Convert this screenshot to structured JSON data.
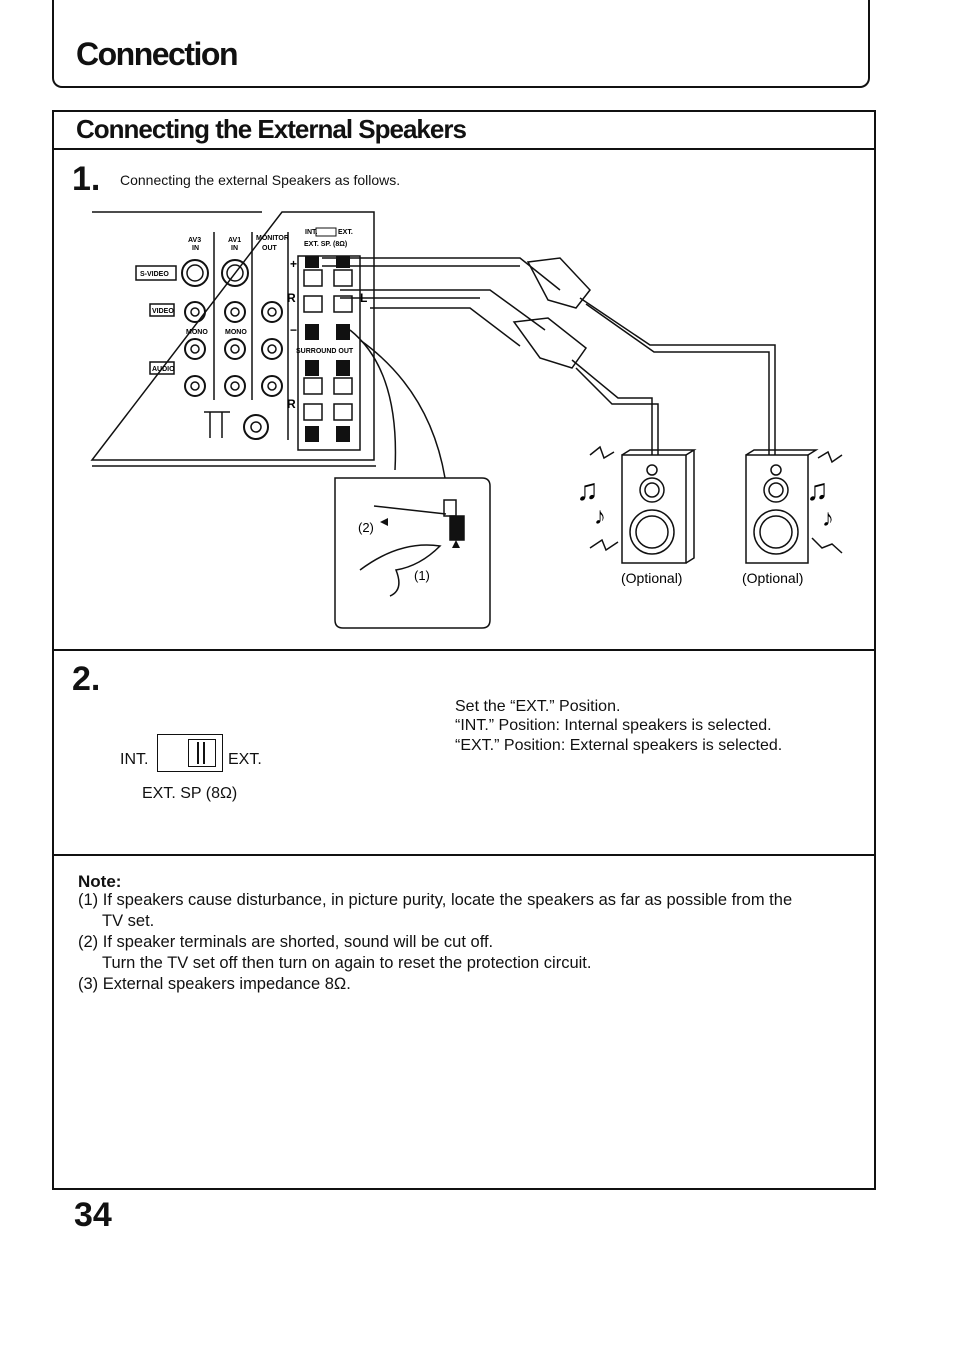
{
  "header": {
    "title": "Connection"
  },
  "section": {
    "title": "Connecting the External Speakers"
  },
  "step1": {
    "number": "1.",
    "text": "Connecting the external Speakers as follows.",
    "panel_labels": {
      "av3": "AV3",
      "av3_in": "IN",
      "av1": "AV1",
      "av1_in": "IN",
      "monitor": "MONITOR",
      "monitor_out": "OUT",
      "int": "INT.",
      "ext": "EXT.",
      "ext_sp": "EXT. SP. (8Ω)",
      "svideo": "S-VIDEO",
      "video": "VIDEO",
      "mono1": "MONO",
      "mono2": "MONO",
      "audio": "AUDIO",
      "surround_out": "SURROUND OUT",
      "r1": "R",
      "l1": "L",
      "r2": "R",
      "plus": "+",
      "minus": "−"
    },
    "inset_labels": {
      "step2": "(2)",
      "step1": "(1)"
    },
    "speakers": [
      "(Optional)",
      "(Optional)"
    ]
  },
  "step2": {
    "number": "2.",
    "switch_int": "INT.",
    "switch_ext": "EXT.",
    "switch_caption": "EXT. SP (8Ω)",
    "lines": [
      "Set the “EXT.” Position.",
      "“INT.” Position: Internal speakers is selected.",
      "“EXT.” Position: External speakers is selected."
    ]
  },
  "note": {
    "title": "Note:",
    "line1": "(1) If speakers cause disturbance, in picture purity, locate the speakers as far as possible from the",
    "line1b": "TV set.",
    "line2": "(2) If speaker terminals are shorted, sound will be cut off.",
    "line2b": "Turn the TV set off then turn on again to reset the protection circuit.",
    "line3": "(3) External speakers impedance 8Ω."
  },
  "page_number": "34"
}
